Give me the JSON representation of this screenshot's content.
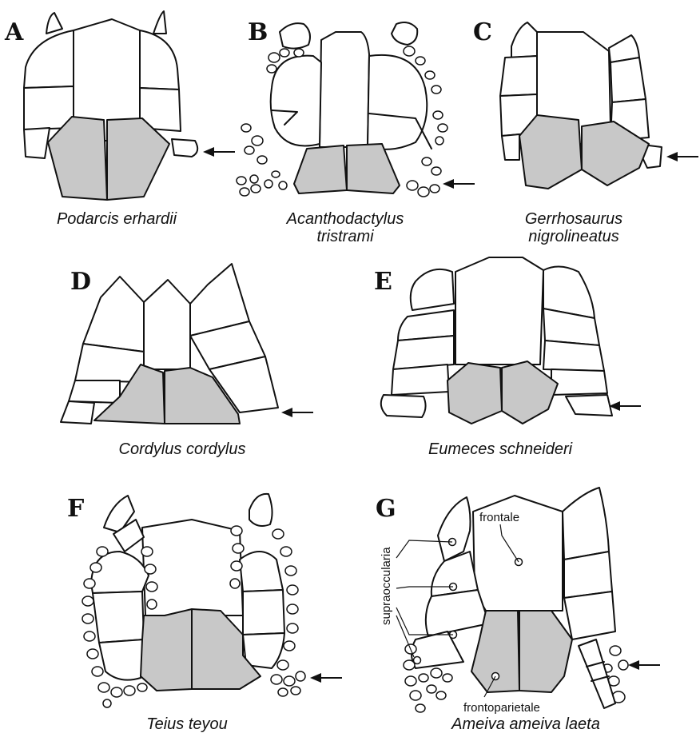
{
  "colors": {
    "shaded": "#c8c8c8",
    "line": "#111111",
    "background": "#ffffff"
  },
  "panels": [
    {
      "letter": "A",
      "caption": [
        "Podarcis erhardii"
      ]
    },
    {
      "letter": "B",
      "caption": [
        "Acanthodactylus",
        "tristrami"
      ]
    },
    {
      "letter": "C",
      "caption": [
        "Gerrhosaurus",
        "nigrolineatus"
      ]
    },
    {
      "letter": "D",
      "caption": [
        "Cordylus cordylus"
      ]
    },
    {
      "letter": "E",
      "caption": [
        "Eumeces schneideri"
      ]
    },
    {
      "letter": "F",
      "caption": [
        "Teius teyou"
      ]
    },
    {
      "letter": "G",
      "caption": [
        "Ameiva ameiva laeta"
      ]
    }
  ],
  "annotations": {
    "frontale": "frontale",
    "supraocularia": "supraoccularia",
    "frontoparietale": "frontoparietale"
  },
  "icons": [
    "arrow-left-icon"
  ]
}
